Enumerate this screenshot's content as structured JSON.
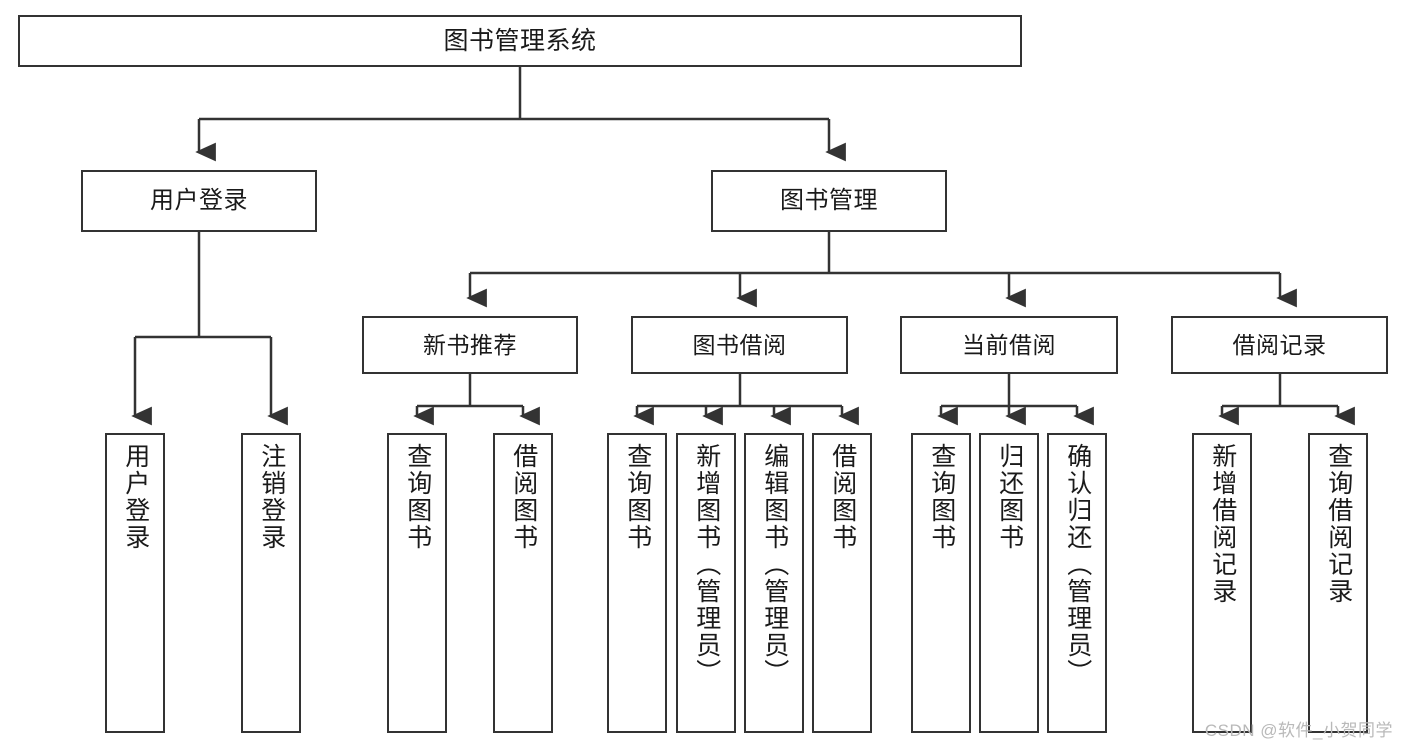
{
  "diagram": {
    "title": "图书管理系统",
    "type": "tree",
    "colors": {
      "stroke": "#333333",
      "fill": "#ffffff",
      "text": "#1a1a1a",
      "watermark": "#b9b9b9"
    },
    "root": {
      "label": "图书管理系统"
    },
    "level2": [
      {
        "label": "用户登录"
      },
      {
        "label": "图书管理"
      }
    ],
    "level3": [
      {
        "label": "新书推荐"
      },
      {
        "label": "图书借阅"
      },
      {
        "label": "当前借阅"
      },
      {
        "label": "借阅记录"
      }
    ],
    "leaves": {
      "user_login": [
        {
          "label": "用户登录"
        },
        {
          "label": "注销登录"
        }
      ],
      "new_book": [
        {
          "label": "查询图书"
        },
        {
          "label": "借阅图书"
        }
      ],
      "book_borrow": [
        {
          "label": "查询图书"
        },
        {
          "label": "新增图书（管理员）"
        },
        {
          "label": "编辑图书（管理员）"
        },
        {
          "label": "借阅图书"
        }
      ],
      "current_borrow": [
        {
          "label": "查询图书"
        },
        {
          "label": "归还图书"
        },
        {
          "label": "确认归还（管理员）"
        }
      ],
      "borrow_record": [
        {
          "label": "新增借阅记录"
        },
        {
          "label": "查询借阅记录"
        }
      ]
    }
  },
  "watermark": {
    "text": "CSDN @软件_小贺同学"
  }
}
